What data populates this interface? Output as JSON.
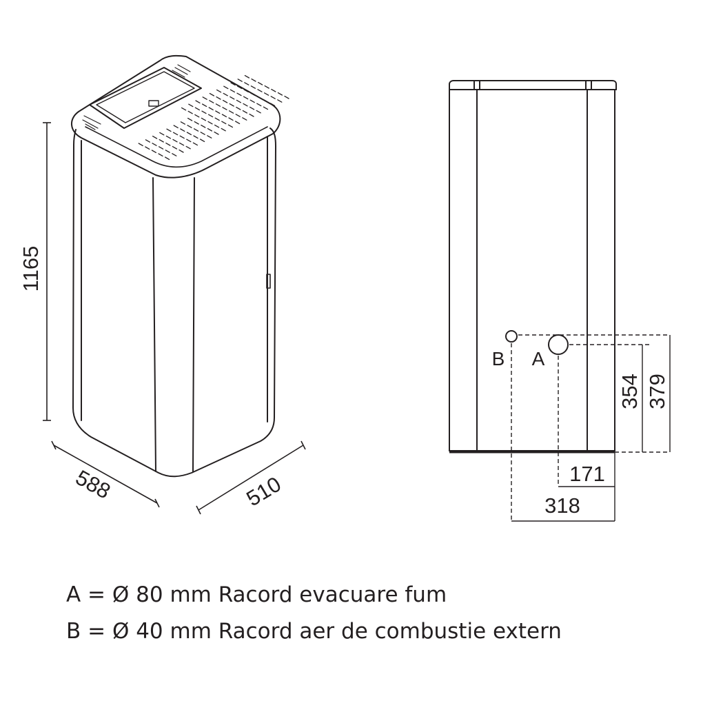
{
  "dimensions": {
    "height": "1165",
    "depth": "588",
    "width": "510",
    "a_height": "354",
    "b_height": "379",
    "a_offset": "171",
    "b_offset": "318"
  },
  "labels": {
    "a": "A",
    "b": "B"
  },
  "legend": {
    "a": "A = Ø 80 mm Racord evacuare fum",
    "b": "B = Ø 40 mm Racord aer de combustie extern"
  },
  "colors": {
    "line": "#231f20",
    "background": "#ffffff"
  }
}
